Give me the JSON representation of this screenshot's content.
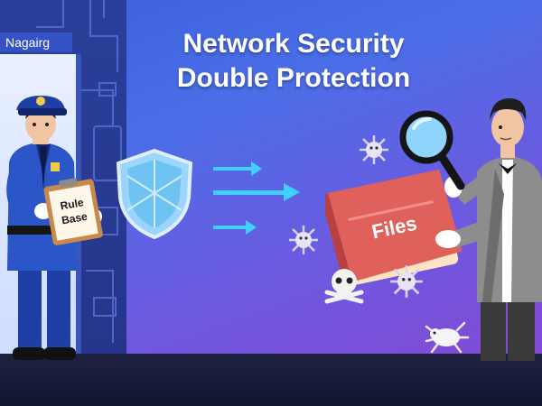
{
  "title": {
    "line1": "Network Security",
    "line2": "Double Protection"
  },
  "door_sign": "Nagairg",
  "clipboard": {
    "line1": "Rule",
    "line2": "Base"
  },
  "book_label": "Files",
  "icons": [
    "shield-icon",
    "arrow-icon",
    "virus-icon",
    "skull-icon",
    "magnifier-icon",
    "bug-icon"
  ],
  "colors": {
    "background_top": "#3b5fd8",
    "background_bottom": "#8a45d2",
    "shield": "#9fdcff",
    "arrows": "#3fd0ff",
    "book": "#e0605c",
    "guard_uniform": "#2b56c8",
    "floor": "#1a1d38"
  }
}
